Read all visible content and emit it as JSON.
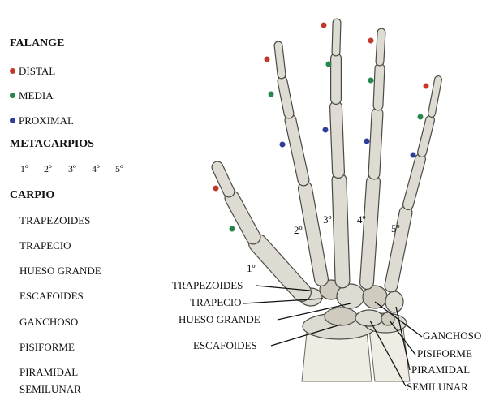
{
  "legend": {
    "falange_title": "FALANGE",
    "distal": {
      "label": "DISTAL",
      "color": "#c0392b"
    },
    "media": {
      "label": "MEDIA",
      "color": "#27864a"
    },
    "proximal": {
      "label": "PROXIMAL",
      "color": "#2c3e9a"
    },
    "metacarpios_title": "METACARPIOS",
    "metacarpal_numbers": [
      "1º",
      "2º",
      "3º",
      "4º",
      "5º"
    ],
    "carpio_title": "CARPIO",
    "carpal_bones": [
      "TRAPEZOIDES",
      "TRAPECIO",
      "HUESO GRANDE",
      "ESCAFOIDES",
      "GANCHOSO",
      "PISIFORME",
      "PIRAMIDAL",
      "SEMILUNAR"
    ]
  },
  "figure": {
    "metacarpal_labels": [
      "1º",
      "2º",
      "3º",
      "4º",
      "5º"
    ],
    "labels_left": [
      "TRAPEZOIDES",
      "TRAPECIO",
      "HUESO GRANDE",
      "ESCAFOIDES"
    ],
    "labels_right": [
      "GANCHOSO",
      "PISIFORME",
      "PIRAMIDAL",
      "SEMILUNAR"
    ]
  }
}
